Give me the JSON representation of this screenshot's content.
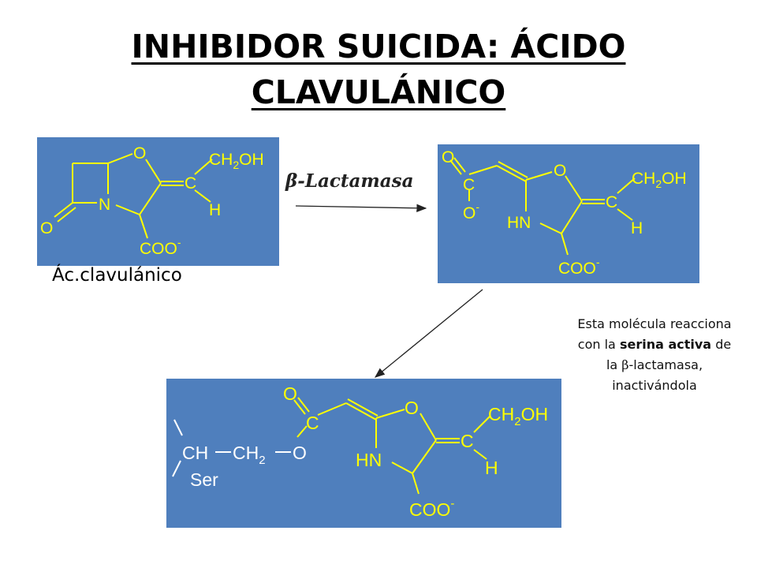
{
  "title": {
    "line1": "INHIBIDOR SUICIDA: ÁCIDO",
    "line2": "CLAVULÁNICO"
  },
  "enzyme_label": "β-Lactamasa",
  "acid_caption": "Ác.clavulánico",
  "note": {
    "part1": "Esta molécula reacciona con la",
    "bold": "serina activa",
    "part2": "de la",
    "greek": "β",
    "part3": "-lactamasa, inactivándola"
  },
  "labels": {
    "O": "O",
    "N": "N",
    "C": "C",
    "H": "H",
    "HN": "HN",
    "CH2OH_a": "CH",
    "CH2OH_sub": "2",
    "CH2OH_b": "OH",
    "COO": "COO",
    "minus": "-",
    "CH": "CH",
    "CH2": "CH",
    "sub2": "2",
    "Ser": "Ser"
  },
  "colors": {
    "panel": "#4f7fbd",
    "structure": "#ffff00",
    "serine": "#ffffff"
  }
}
